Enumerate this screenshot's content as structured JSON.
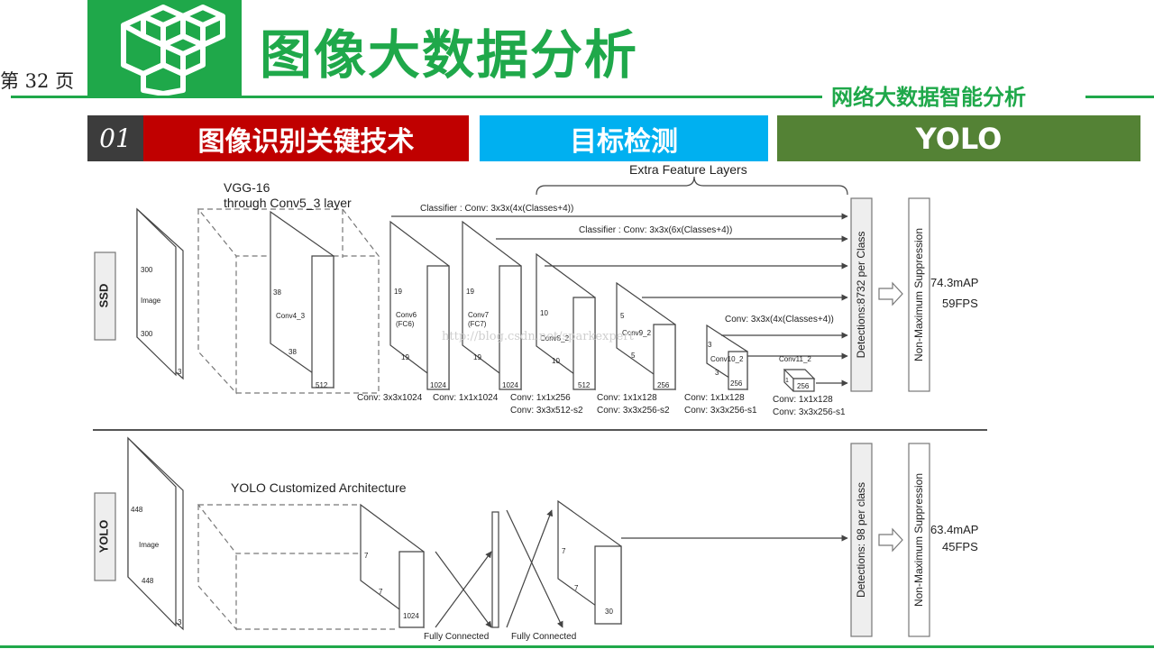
{
  "header": {
    "page_label": "第 32 页",
    "title": "图像大数据分析",
    "subtitle": "网络大数据智能分析",
    "icon": "cubes-logo-icon"
  },
  "section_bar": {
    "number": "01",
    "topic": "图像识别关键技术",
    "subtopic": "目标检测",
    "model": "YOLO"
  },
  "colors": {
    "brand_green": "#1fa84a",
    "red": "#c00000",
    "blue": "#00b0f0",
    "olive": "#548235",
    "dark": "#3c3c3c"
  },
  "diagram": {
    "ssd": {
      "label": "SSD",
      "extra_feature_layers": "Extra Feature Layers",
      "vgg_title": "VGG-16",
      "vgg_subtitle": "through Conv5_3 layer",
      "classifier_1": "Classifier : Conv: 3x3x(4x(Classes+4))",
      "classifier_2": "Classifier : Conv: 3x3x(6x(Classes+4))",
      "classifier_3": "Conv: 3x3x(4x(Classes+4))",
      "image": {
        "label": "Image",
        "w": "300",
        "h": "300",
        "d": "3"
      },
      "conv4_3": {
        "label": "Conv4_3",
        "w": "38",
        "h": "38",
        "d": "512"
      },
      "conv6": {
        "label": "Conv6",
        "sub": "(FC6)",
        "w": "19",
        "h": "19",
        "d": "1024"
      },
      "conv7": {
        "label": "Conv7",
        "sub": "(FC7)",
        "w": "19",
        "h": "19",
        "d": "1024"
      },
      "conv8_2": {
        "label": "Conv8_2",
        "w": "10",
        "h": "10",
        "d": "512"
      },
      "conv9_2": {
        "label": "Conv9_2",
        "w": "5",
        "h": "5",
        "d": "256"
      },
      "conv10_2": {
        "label": "Conv10_2",
        "w": "3",
        "h": "3",
        "d": "256"
      },
      "conv11_2": {
        "label": "Conv11_2",
        "w": "1",
        "d": "256"
      },
      "op_conv6": "Conv: 3x3x1024",
      "op_conv7": "Conv: 1x1x1024",
      "op_conv8_a": "Conv: 1x1x256",
      "op_conv8_b": "Conv:  3x3x512-s2",
      "op_conv9_a": "Conv: 1x1x128",
      "op_conv9_b": "Conv: 3x3x256-s2",
      "op_conv10_a": "Conv: 1x1x128",
      "op_conv10_b": "Conv: 3x3x256-s1",
      "op_conv11_a": "Conv: 1x1x128",
      "op_conv11_b": "Conv: 3x3x256-s1",
      "detections": "Detections:8732  per Class",
      "nms": "Non-Maximum Suppression",
      "map": "74.3mAP",
      "fps": "59FPS"
    },
    "yolo": {
      "label": "YOLO",
      "customized": "YOLO Customized Architecture",
      "image": {
        "label": "Image",
        "w": "448",
        "h": "448",
        "d": "3"
      },
      "feature": {
        "w": "7",
        "h": "7",
        "d": "1024"
      },
      "output": {
        "w": "7",
        "h": "7",
        "d": "30"
      },
      "fc_1": "Fully Connected",
      "fc_2": "Fully Connected",
      "detections": "Detections: 98 per class",
      "nms": "Non-Maximum Suppression",
      "map": "63.4mAP",
      "fps": "45FPS"
    },
    "watermark": "http://blog.csdn.net/sparkexpert"
  }
}
